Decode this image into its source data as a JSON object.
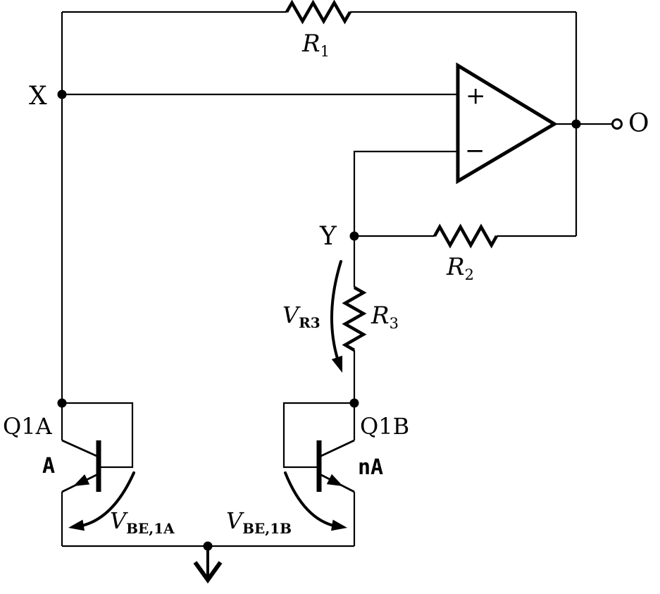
{
  "colors": {
    "ink": "#000000",
    "background": "#ffffff"
  },
  "nodes": {
    "x": "X",
    "y": "Y",
    "o": "O"
  },
  "opamp": {
    "plus": "+",
    "minus": "−"
  },
  "resistors": {
    "r1": {
      "base": "R",
      "sub": "1"
    },
    "r2": {
      "base": "R",
      "sub": "2"
    },
    "r3": {
      "base": "R",
      "sub": "3"
    }
  },
  "voltages": {
    "v_r3": {
      "base": "V",
      "sub": "R3"
    },
    "v_be_1a": {
      "base": "V",
      "sub": "BE,1A"
    },
    "v_be_1b": {
      "base": "V",
      "sub": "BE,1B"
    }
  },
  "transistors": {
    "q1a": {
      "name": "Q1A",
      "area": "A"
    },
    "q1b": {
      "name": "Q1B",
      "area": "nA"
    }
  }
}
